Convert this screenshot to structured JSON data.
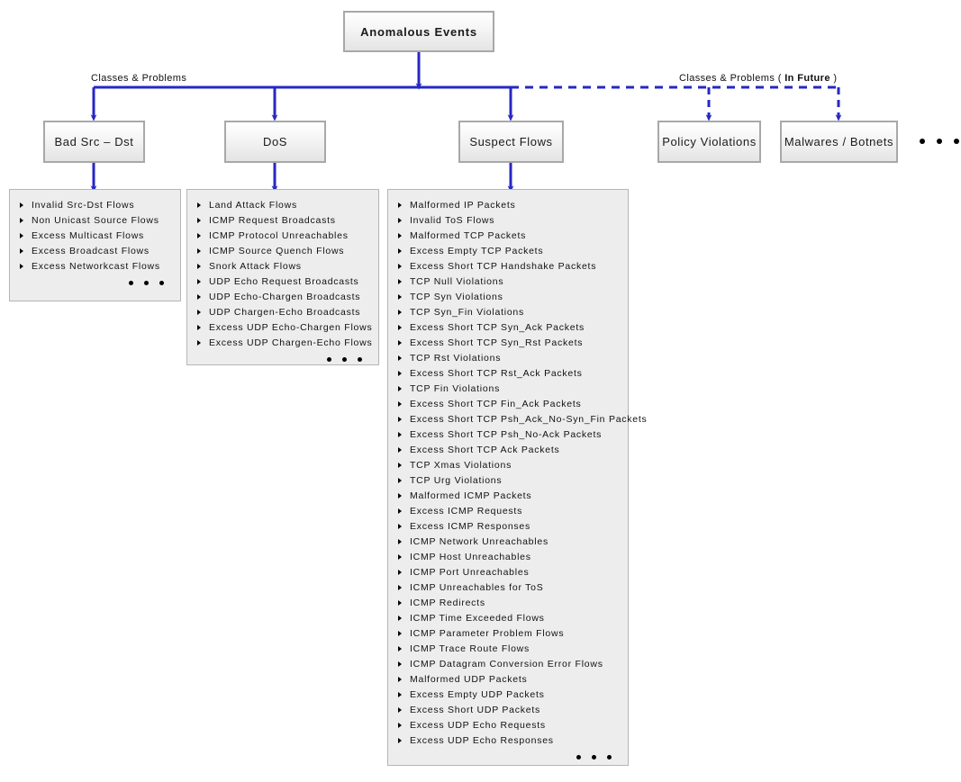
{
  "diagram": {
    "title": "Anomalous Events",
    "accent_color": "#2727c4",
    "box_border_color": "#a8a8a8",
    "panel_bg_color": "#ededed",
    "root": {
      "label": "Anomalous Events"
    },
    "edge_labels": {
      "left": "Classes & Problems",
      "right_prefix": "Classes & Problems ( ",
      "right_emphasis": "In Future",
      "right_suffix": " )"
    },
    "ellipsis": "• • •",
    "categories": [
      {
        "id": "bad-src-dst",
        "label": "Bad Src – Dst",
        "future": false,
        "has_panel": true,
        "panel_has_more": true,
        "items": [
          "Invalid Src-Dst Flows",
          "Non Unicast Source Flows",
          "Excess Multicast Flows",
          "Excess Broadcast Flows",
          "Excess Networkcast Flows"
        ]
      },
      {
        "id": "dos",
        "label": "DoS",
        "future": false,
        "has_panel": true,
        "panel_has_more": true,
        "items": [
          "Land Attack Flows",
          "ICMP Request Broadcasts",
          "ICMP Protocol Unreachables",
          "ICMP Source Quench Flows",
          "Snork Attack Flows",
          "UDP Echo Request Broadcasts",
          "UDP Echo-Chargen Broadcasts",
          "UDP Chargen-Echo Broadcasts",
          "Excess UDP Echo-Chargen Flows",
          "Excess UDP Chargen-Echo Flows"
        ]
      },
      {
        "id": "suspect-flows",
        "label": "Suspect Flows",
        "future": false,
        "has_panel": true,
        "panel_has_more": true,
        "items": [
          "Malformed IP Packets",
          "Invalid ToS Flows",
          "Malformed TCP Packets",
          "Excess Empty TCP Packets",
          "Excess Short TCP Handshake Packets",
          "TCP Null Violations",
          "TCP Syn Violations",
          "TCP Syn_Fin Violations",
          "Excess Short TCP Syn_Ack Packets",
          "Excess Short TCP Syn_Rst Packets",
          "TCP Rst Violations",
          "Excess Short TCP Rst_Ack Packets",
          "TCP Fin Violations",
          "Excess Short TCP Fin_Ack Packets",
          "Excess Short TCP Psh_Ack_No-Syn_Fin Packets",
          "Excess Short TCP Psh_No-Ack Packets",
          "Excess Short TCP Ack Packets",
          "TCP Xmas Violations",
          "TCP Urg Violations",
          "Malformed ICMP Packets",
          "Excess ICMP Requests",
          "Excess ICMP Responses",
          "ICMP Network Unreachables",
          "ICMP Host Unreachables",
          "ICMP Port Unreachables",
          "ICMP Unreachables for ToS",
          "ICMP Redirects",
          "ICMP Time Exceeded Flows",
          "ICMP Parameter Problem Flows",
          "ICMP Trace Route Flows",
          "ICMP Datagram Conversion Error Flows",
          "Malformed UDP Packets",
          "Excess Empty UDP Packets",
          "Excess Short UDP Packets",
          "Excess UDP Echo Requests",
          "Excess UDP Echo Responses"
        ]
      },
      {
        "id": "policy-violations",
        "label": "Policy Violations",
        "future": true,
        "has_panel": false,
        "panel_has_more": false,
        "items": []
      },
      {
        "id": "malwares-botnets",
        "label": "Malwares / Botnets",
        "future": true,
        "has_panel": false,
        "panel_has_more": false,
        "items": []
      }
    ]
  }
}
